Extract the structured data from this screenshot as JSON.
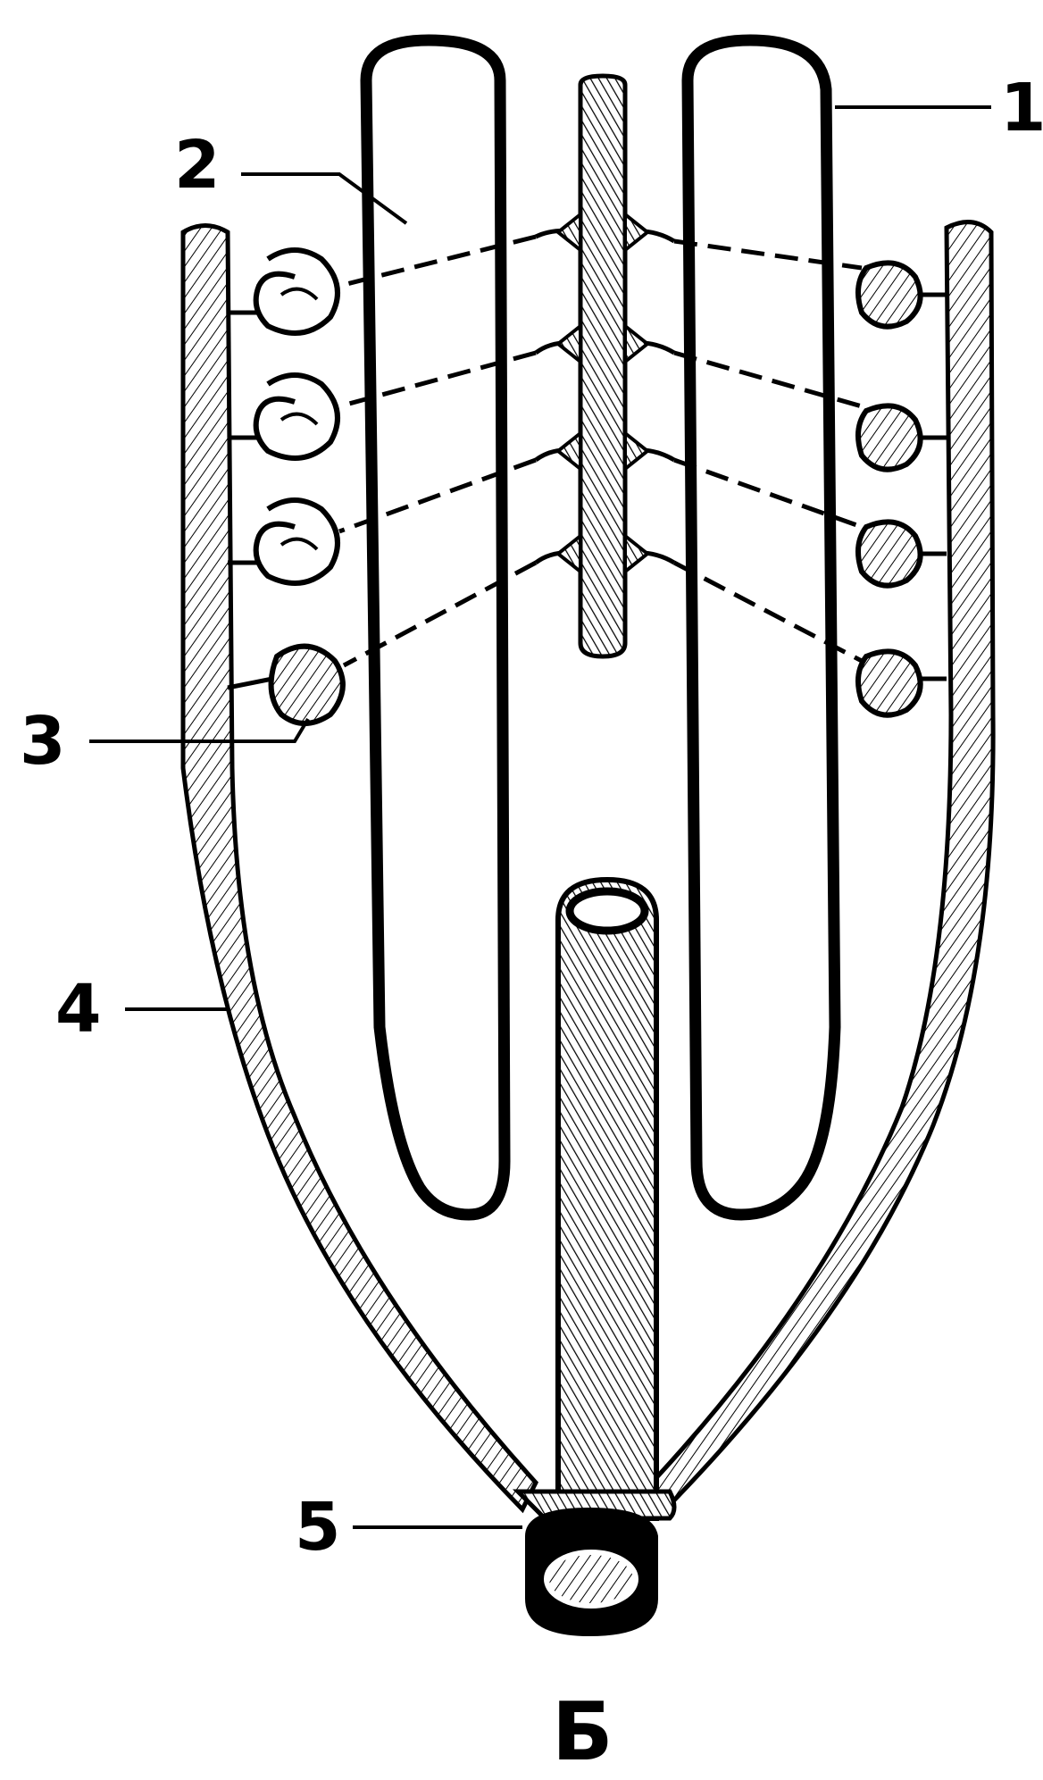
{
  "diagram": {
    "labels": {
      "one": "1",
      "two": "2",
      "three": "3",
      "four": "4",
      "five": "5"
    },
    "caption": "Б"
  },
  "colors": {
    "ink": "#000000",
    "paper": "#ffffff",
    "vessel_fill": "#f2f2f2"
  }
}
